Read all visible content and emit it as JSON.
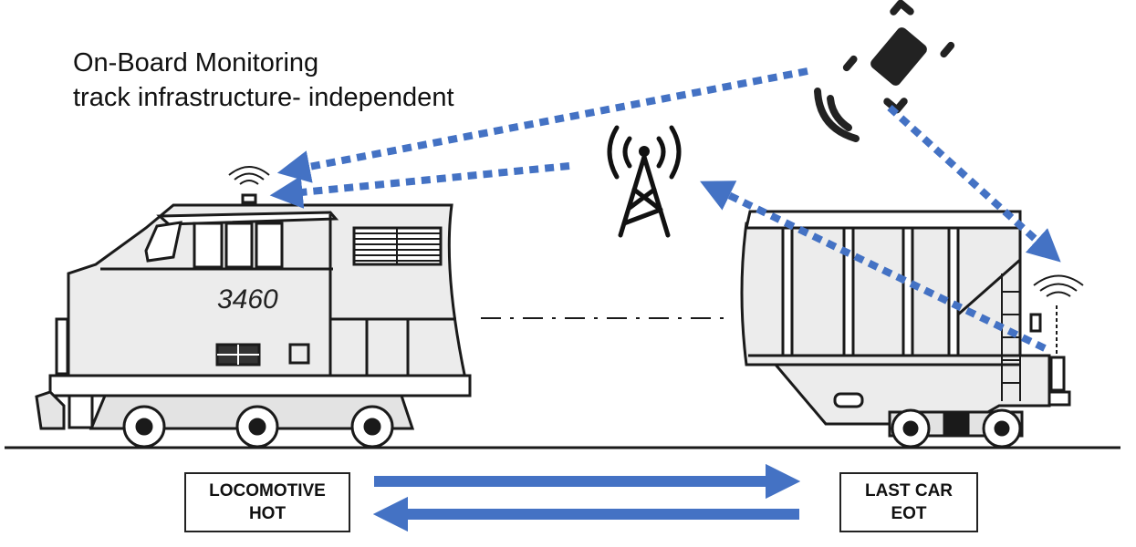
{
  "caption": {
    "line1": "On-Board Monitoring",
    "line2": "track infrastructure- independent"
  },
  "locomotive": {
    "number": "3460"
  },
  "labels": {
    "hot_line1": "LOCOMOTIVE",
    "hot_line2": "HOT",
    "eot_line1": "LAST CAR",
    "eot_line2": "EOT"
  },
  "colors": {
    "signal_arrow": "#4472c4",
    "outline": "#1a1a1a",
    "body_fill": "#ececec"
  },
  "icons": [
    "satellite-icon",
    "cell-tower-icon",
    "wireless-signal-icon"
  ]
}
